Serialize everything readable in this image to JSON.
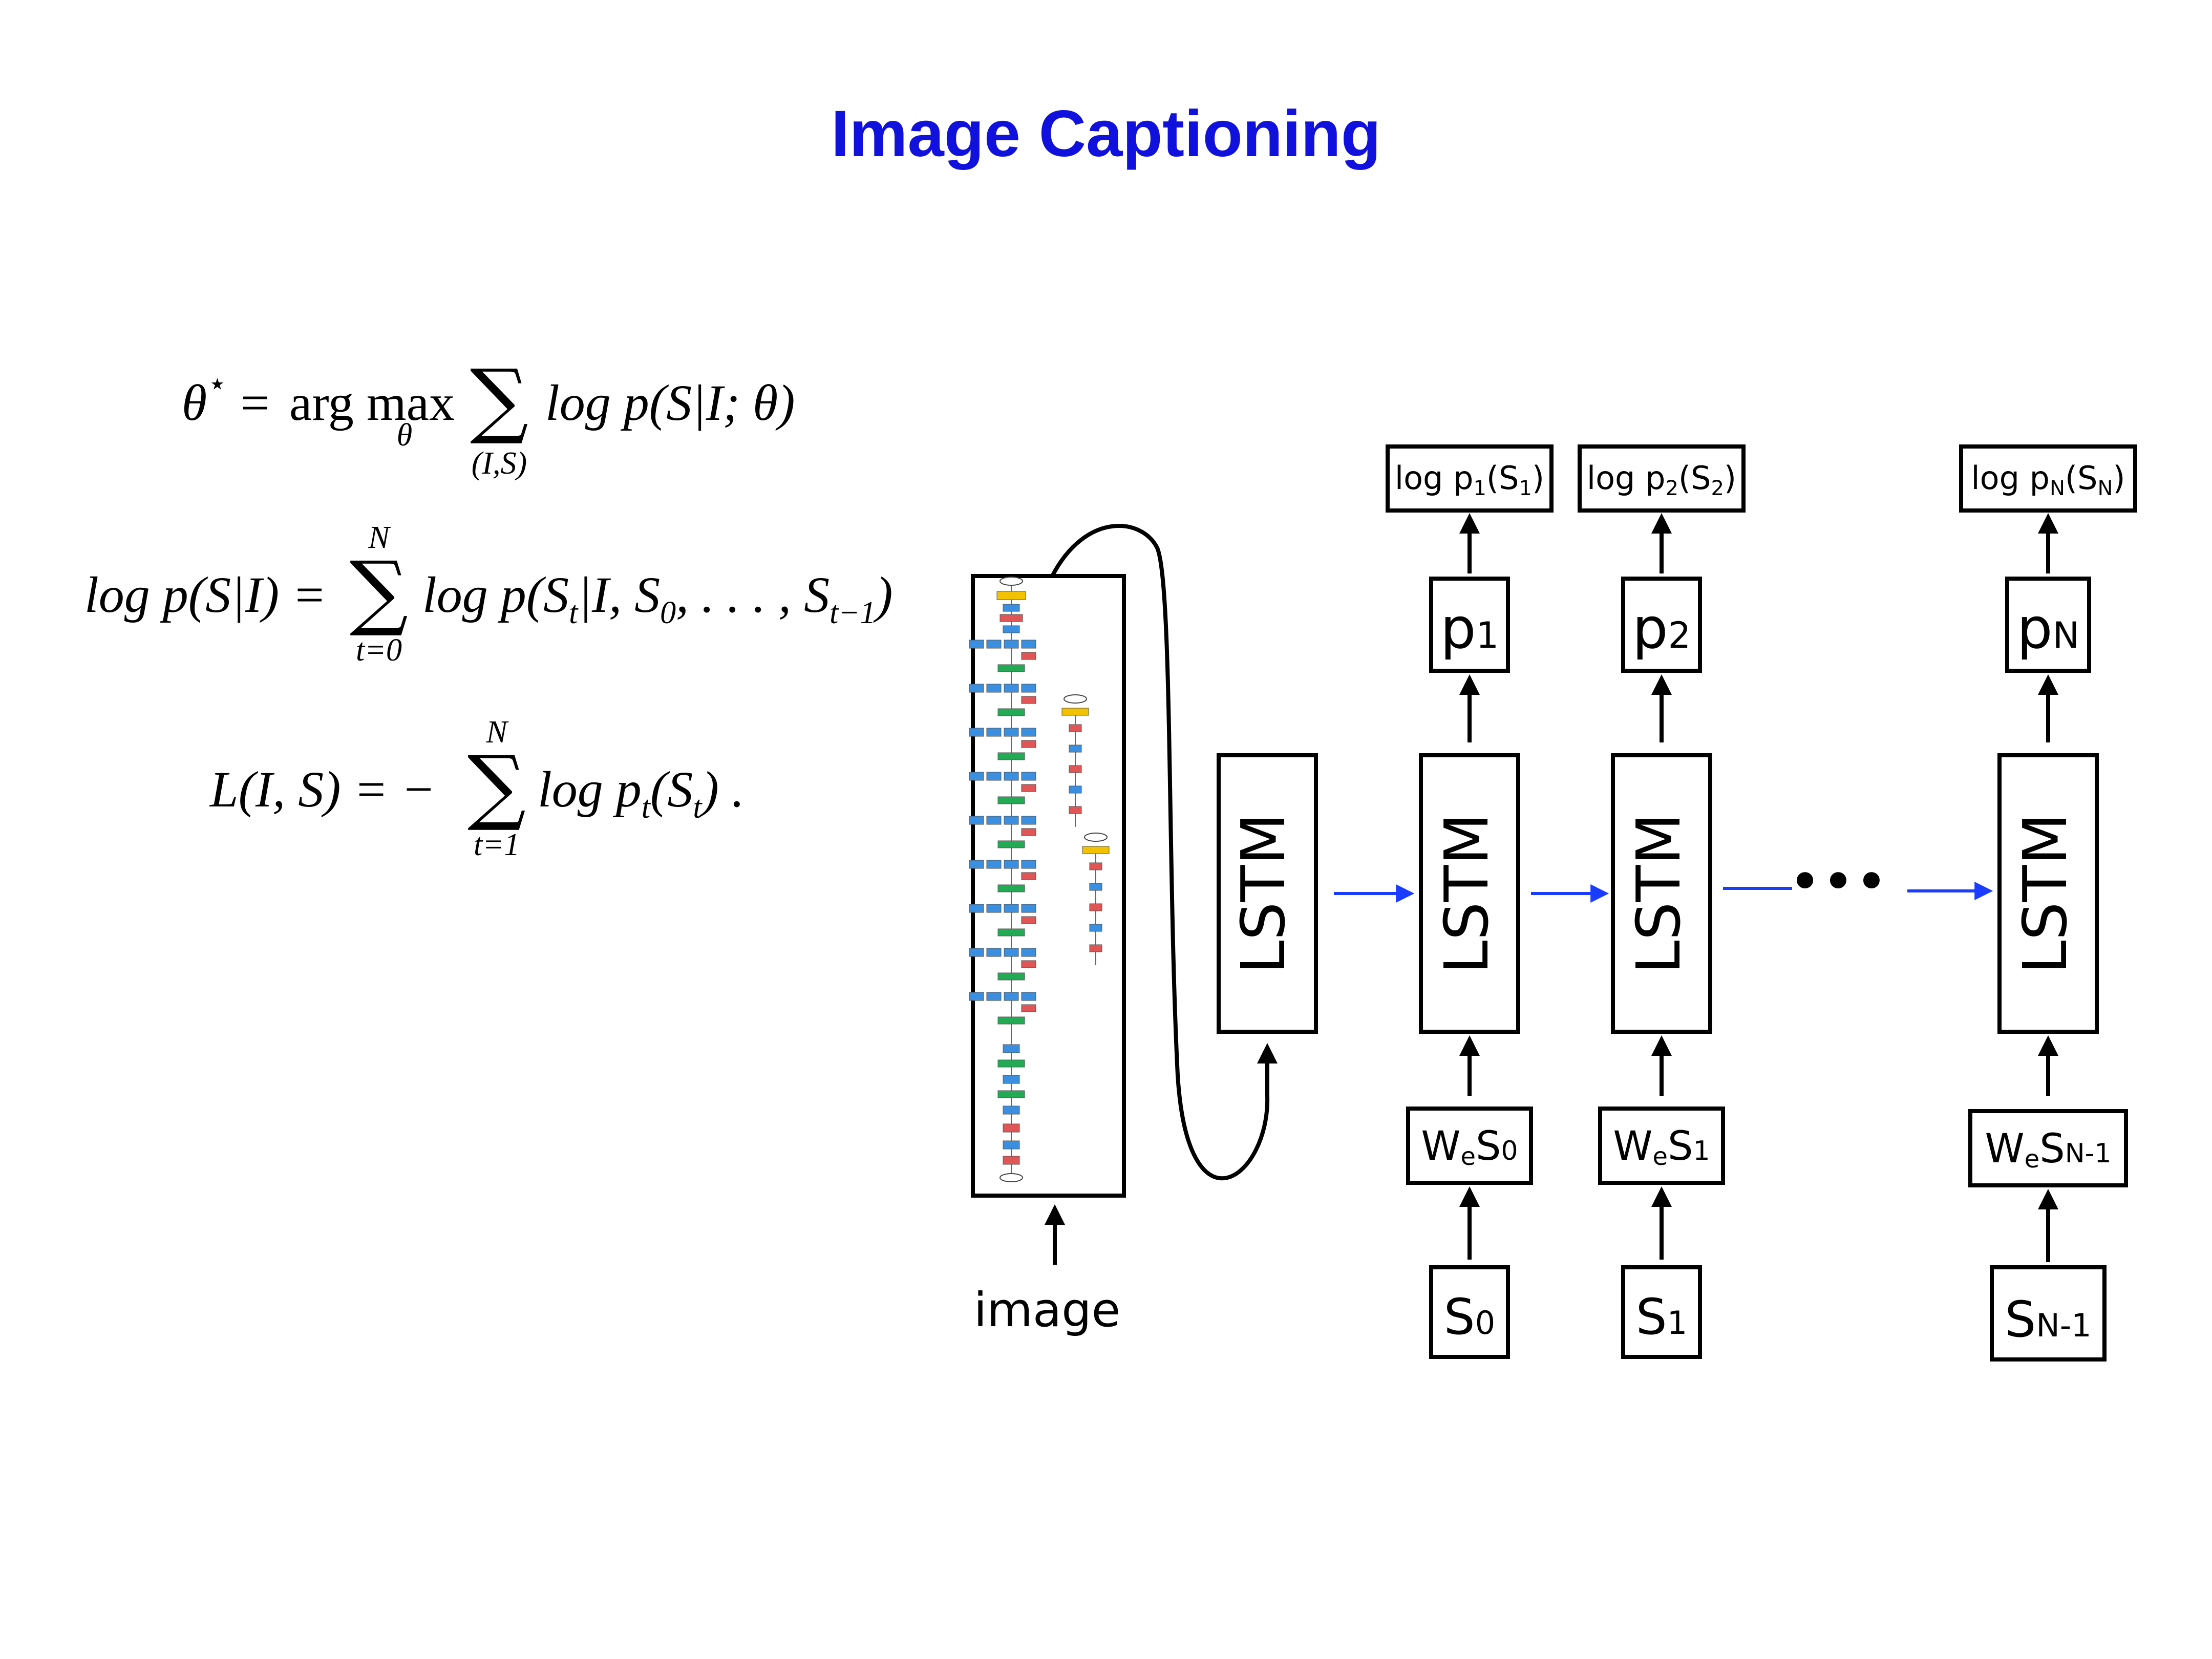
{
  "title": "Image Captioning",
  "equations": {
    "eq1": {
      "lhs": "θ",
      "star": "⋆",
      "equals": "=",
      "op": "arg max",
      "op_sub": "θ",
      "sum_lower": "(I,S)",
      "rhs": "log p(S|I; θ)"
    },
    "eq2": {
      "lhs": "log p(S|I) =",
      "sum_upper": "N",
      "sum_lower": "t=0",
      "rhs_pre": "log p(S",
      "rhs_sub1": "t",
      "rhs_mid": "|I, S",
      "rhs_sub2": "0",
      "rhs_mid2": ", . . . , S",
      "rhs_sub3": "t−1",
      "rhs_end": ")"
    },
    "eq3": {
      "lhs": "L(I, S) = −",
      "sum_upper": "N",
      "sum_lower": "t=1",
      "rhs_pre": "log p",
      "rhs_sub1": "t",
      "rhs_mid": "(S",
      "rhs_sub2": "t",
      "rhs_end": ") ."
    }
  },
  "diagram": {
    "image_label": "image",
    "cnn_name": "cnn-architecture",
    "lstm_label": "LSTM",
    "ellipsis": "•••",
    "columns": [
      {
        "out": {
          "pre": "log p",
          "sub": "1",
          "mid": "(S",
          "sub2": "1",
          "end": ")"
        },
        "prob": {
          "base": "p",
          "sub": "1"
        },
        "emb": {
          "pre": "W",
          "sub": "e",
          "mid": "S",
          "sub2": "0"
        },
        "inp": {
          "base": "S",
          "sub": "0"
        }
      },
      {
        "out": {
          "pre": "log p",
          "sub": "2",
          "mid": "(S",
          "sub2": "2",
          "end": ")"
        },
        "prob": {
          "base": "p",
          "sub": "2"
        },
        "emb": {
          "pre": "W",
          "sub": "e",
          "mid": "S",
          "sub2": "1"
        },
        "inp": {
          "base": "S",
          "sub": "1"
        }
      },
      {
        "out": {
          "pre": "log p",
          "sub": "N",
          "mid": "(S",
          "sub2": "N",
          "end": ")"
        },
        "prob": {
          "base": "p",
          "sub": "N"
        },
        "emb": {
          "pre": "W",
          "sub": "e",
          "mid": "S",
          "sub2": "N-1"
        },
        "inp": {
          "base": "S",
          "sub": "N-1"
        }
      }
    ],
    "colors": {
      "title": "#1111dd",
      "arrow_blue": "#1a3cff",
      "cnn_blue": "#3a8fe0",
      "cnn_green": "#22aa55",
      "cnn_red": "#e05555",
      "cnn_yellow": "#f2c200"
    }
  }
}
